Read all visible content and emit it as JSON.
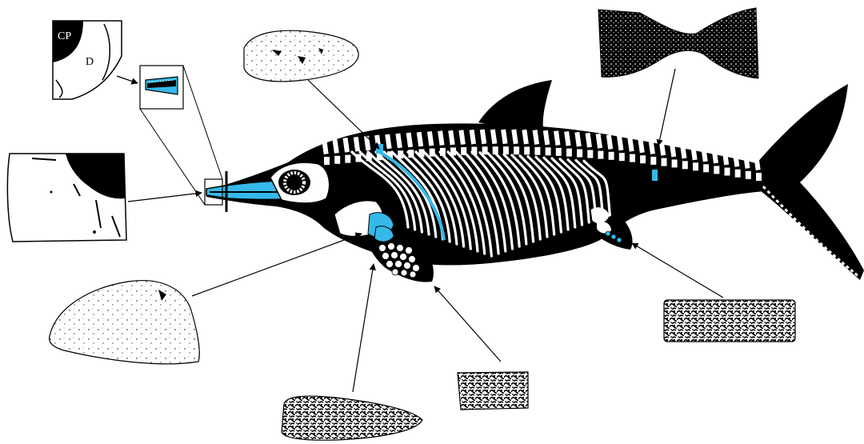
{
  "figure": {
    "background": "#ffffff",
    "colors": {
      "body": "#000000",
      "bone": "#ffffff",
      "highlight": "#35b9e9",
      "outline": "#000000"
    },
    "inset_labels": {
      "cp": "CP",
      "d": "D"
    },
    "callouts": [
      {
        "id": "jaw-section-upper",
        "target": "snout-magnification"
      },
      {
        "id": "jaw-section-lower",
        "target": "snout-magnification"
      },
      {
        "id": "rib-section",
        "target": "dorsal-rib"
      },
      {
        "id": "caudal-vertebra-section",
        "target": "tail-stock-vertebra"
      },
      {
        "id": "hindlimb-bone-section",
        "target": "hindlimb"
      },
      {
        "id": "forelimb-bone-section",
        "target": "forelimb"
      },
      {
        "id": "humerus-section",
        "target": "forelimb"
      },
      {
        "id": "coracoid-section",
        "target": "pectoral-girdle"
      }
    ]
  }
}
